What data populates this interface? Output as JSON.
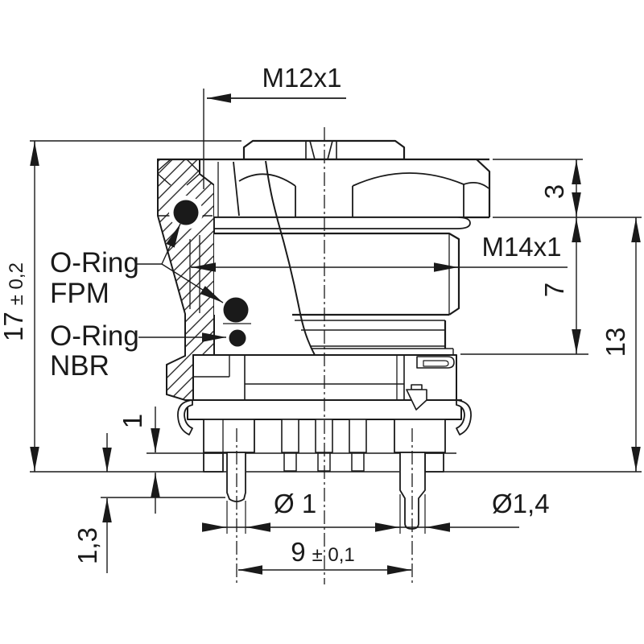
{
  "drawing": {
    "background": "#ffffff",
    "line_color": "#1a1a1a",
    "labels": {
      "thread_top": "M12x1",
      "thread_mid": "M14x1",
      "oring_fpm": {
        "line1": "O-Ring",
        "line2": "FPM"
      },
      "oring_nbr": {
        "line1": "O-Ring",
        "line2": "NBR"
      }
    },
    "dimensions": {
      "overall_height": {
        "value": "17",
        "tolerance": "± 0,2"
      },
      "flange_height": "3",
      "thread_length": "7",
      "body_length": "13",
      "standoff_height": "1",
      "pin_protrusion": "1,3",
      "pin_diameter_small": "Ø 1",
      "pin_diameter_large": "Ø1,4",
      "pin_spacing": {
        "value": "9",
        "tolerance": "± 0,1"
      }
    }
  }
}
